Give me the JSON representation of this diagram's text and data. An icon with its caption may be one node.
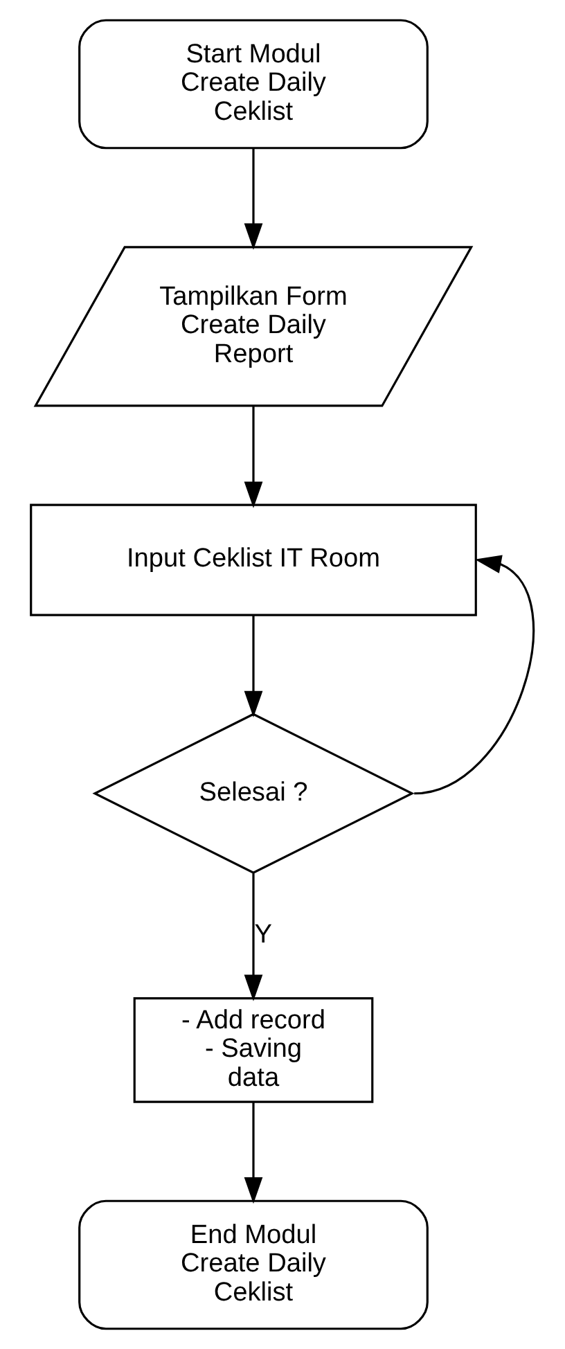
{
  "diagram": {
    "nodes": [
      {
        "text": [
          "Start Modul Create Daily Ceklist"
        ]
      },
      {
        "text": [
          "Tampilkan Form Create Daily Report"
        ]
      },
      {
        "text": [
          "Input Ceklist IT Room"
        ]
      },
      {
        "text": [
          "Selesai ?"
        ]
      },
      {
        "text": [
          "- Add record - Saving data"
        ]
      },
      {
        "text": [
          "End Modul Create Daily Ceklist"
        ]
      }
    ],
    "edges": [
      {
        "from": 0,
        "to": 1,
        "arrow": "to"
      },
      {
        "from": 1,
        "to": 2,
        "arrow": "to"
      },
      {
        "from": 2,
        "to": 3,
        "arrow": "to"
      },
      {
        "from": 3,
        "to": 4,
        "arrow": "to",
        "label": "Y"
      },
      {
        "from": 4,
        "to": 5,
        "arrow": "to"
      },
      {
        "from": 3,
        "to": 2,
        "arrow": "to"
      }
    ]
  }
}
